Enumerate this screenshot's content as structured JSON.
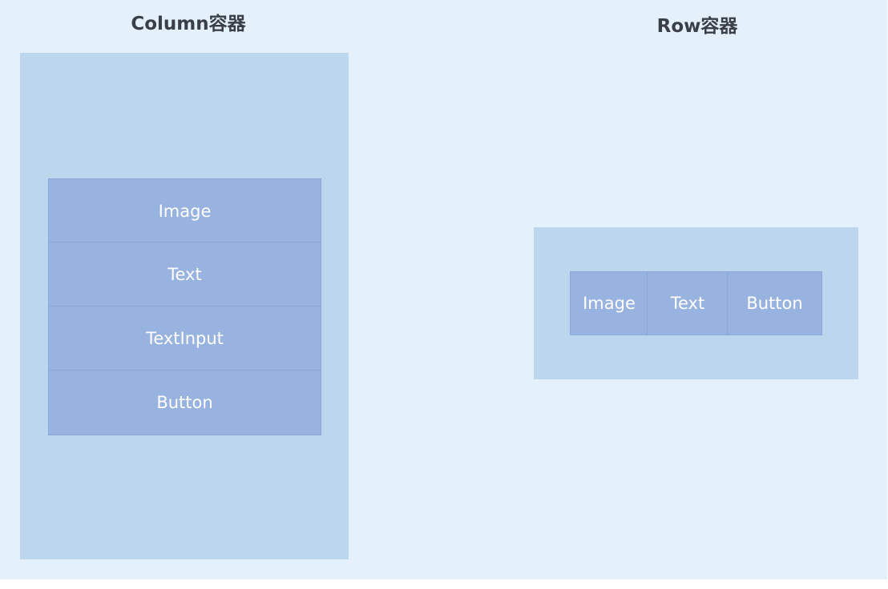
{
  "column_section": {
    "title": "Column容器",
    "children": [
      "Image",
      "Text",
      "TextInput",
      "Button"
    ]
  },
  "row_section": {
    "title": "Row容器",
    "children": [
      "Image",
      "Text",
      "Button"
    ]
  },
  "colors": {
    "background": "#e4f0fb",
    "container": "#bcd7ed",
    "child": "#99b3e0",
    "child_border": "#8aa7da",
    "title_text": "#3a3f47",
    "child_text": "#ffffff"
  }
}
